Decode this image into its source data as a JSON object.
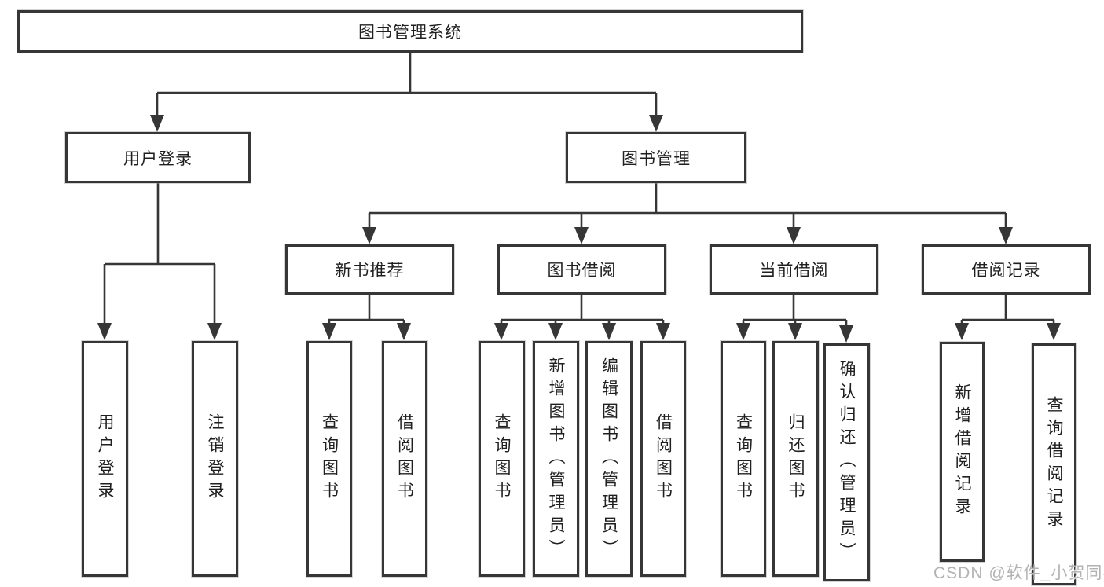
{
  "colors": {
    "line": "#363636",
    "text": "#1f1f1f",
    "box_background": "#ffffff",
    "watermark": "#b2b2b2"
  },
  "tree": {
    "root": {
      "label": "图书管理系统"
    },
    "user_login": {
      "label": "用户登录",
      "children": [
        {
          "label": "用户登录"
        },
        {
          "label": "注销登录"
        }
      ]
    },
    "book_mgmt": {
      "label": "图书管理",
      "children": [
        {
          "label": "新书推荐",
          "children": [
            {
              "label": "查询图书"
            },
            {
              "label": "借阅图书"
            }
          ]
        },
        {
          "label": "图书借阅",
          "children": [
            {
              "label": "查询图书"
            },
            {
              "label": "新增图书（管理员）"
            },
            {
              "label": "编辑图书（管理员）"
            },
            {
              "label": "借阅图书"
            }
          ]
        },
        {
          "label": "当前借阅",
          "children": [
            {
              "label": "查询图书"
            },
            {
              "label": "归还图书"
            },
            {
              "label": "确认归还（管理员）"
            }
          ]
        },
        {
          "label": "借阅记录",
          "children": [
            {
              "label": "新增借阅记录"
            },
            {
              "label": "查询借阅记录"
            }
          ]
        }
      ]
    }
  },
  "watermark": {
    "text": "CSDN @软件_小贺同学"
  }
}
